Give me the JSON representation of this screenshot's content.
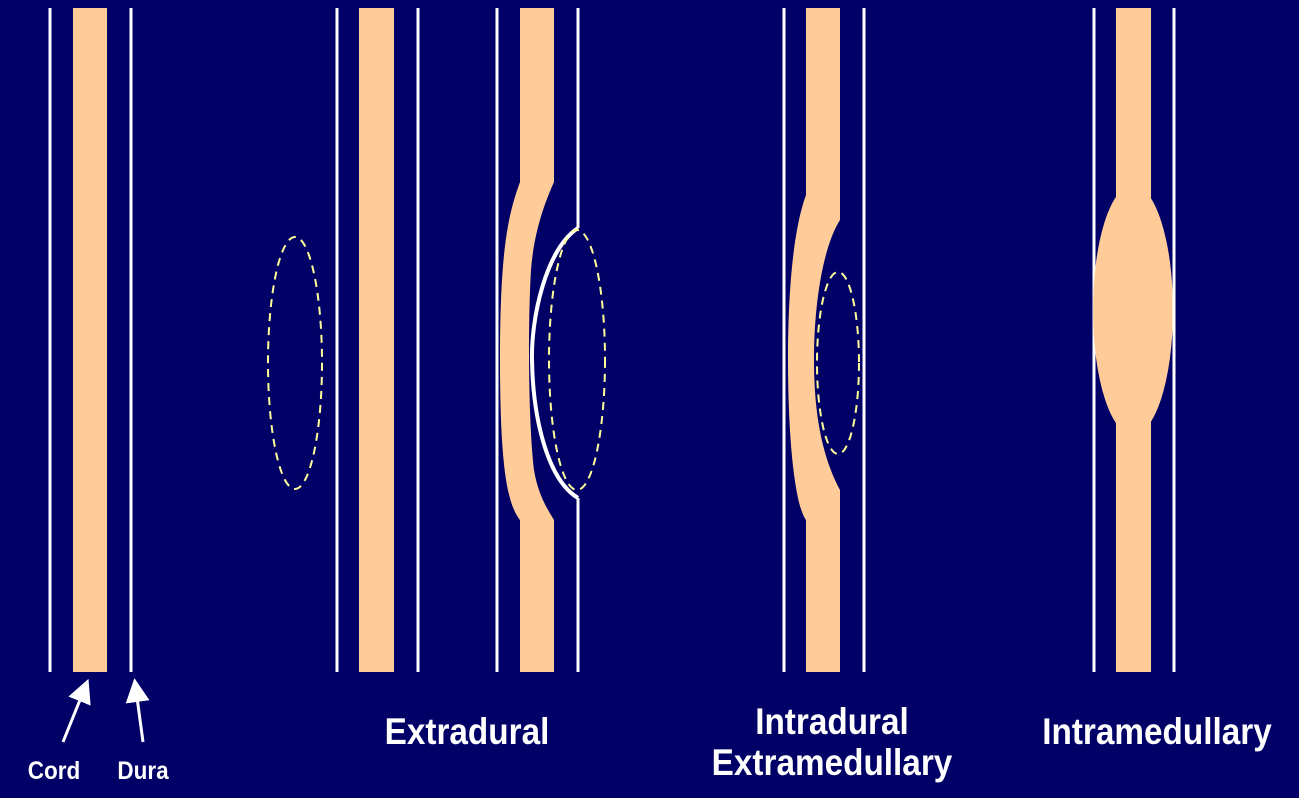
{
  "labels": {
    "cord": "Cord",
    "dura": "Dura",
    "extradural": "Extradural",
    "intradural_line1": "Intradural",
    "intradural_line2": "Extramedullary",
    "intramedullary": "Intramedullary"
  },
  "colors": {
    "background": "#000066",
    "cord": "#FFCC99",
    "dura": "#FFFFFF",
    "mass_outline": "#FFFF99"
  }
}
